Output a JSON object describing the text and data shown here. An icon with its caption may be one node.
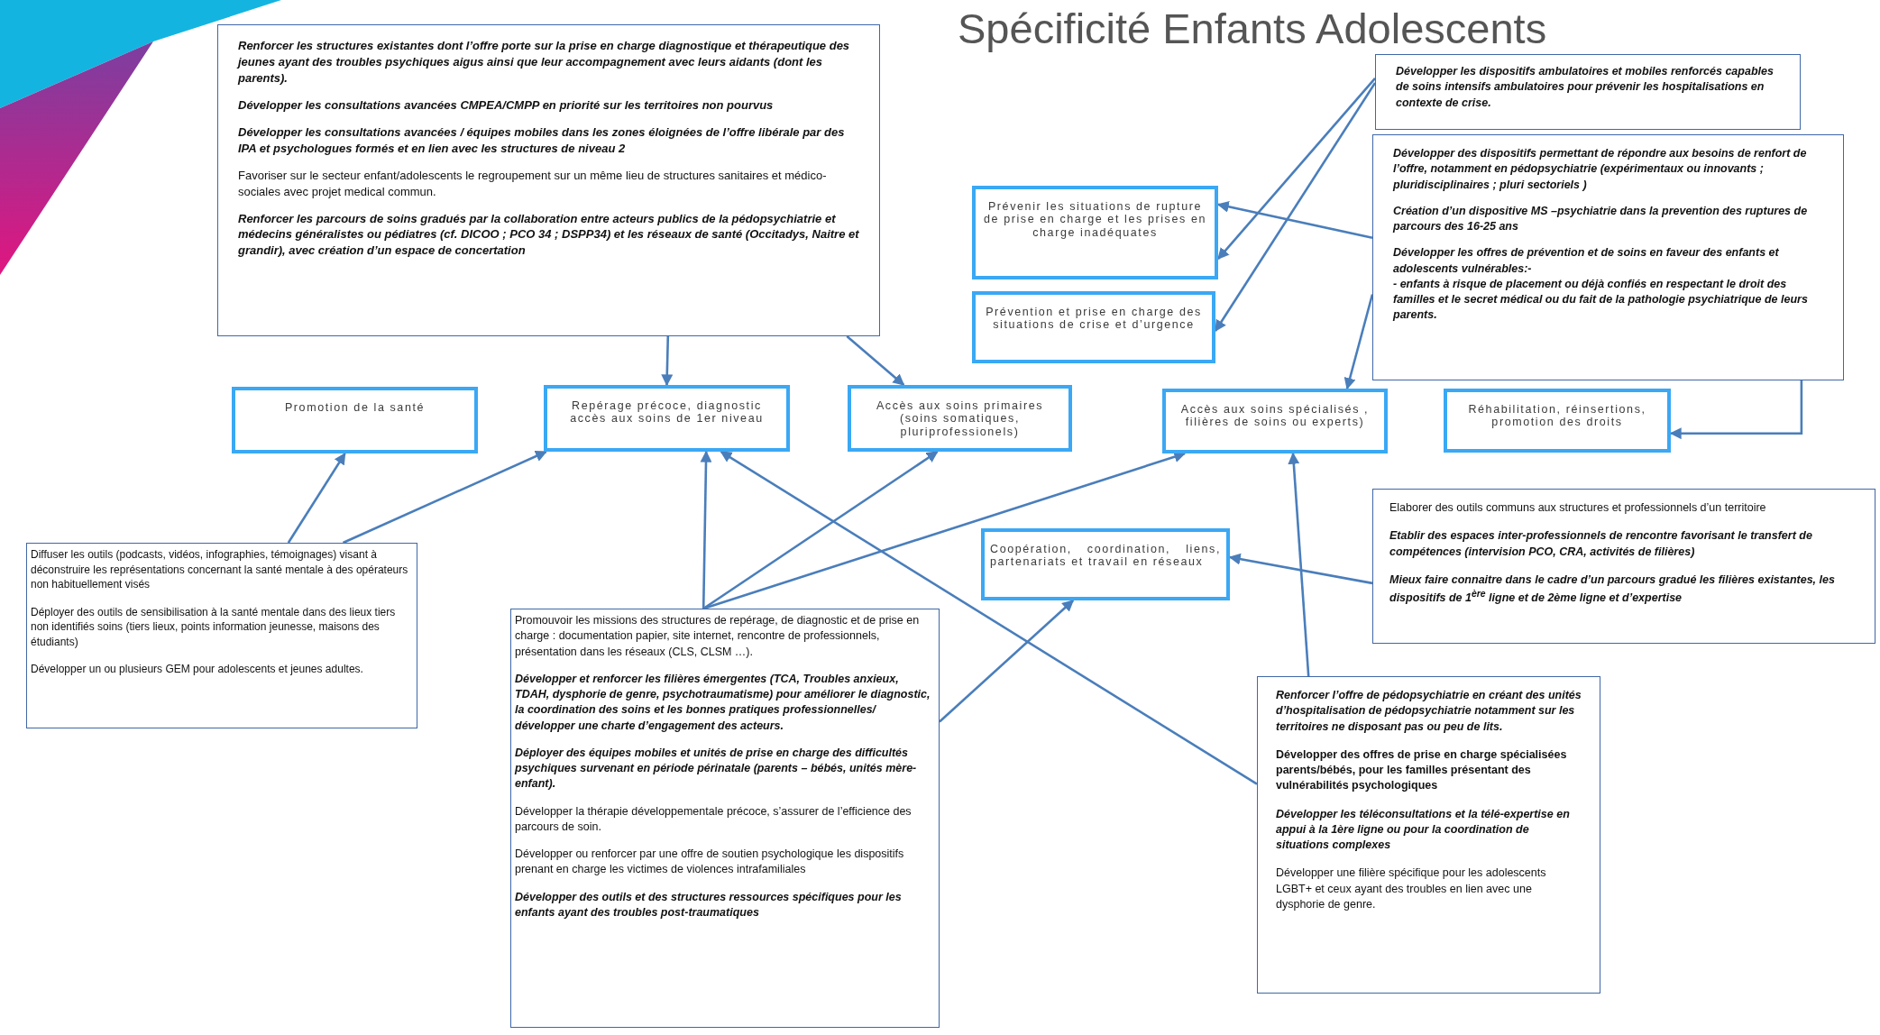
{
  "diagram": {
    "title": "Spécificité Enfants Adolescents",
    "nodes": [
      {
        "text": [
          "Renforcer les structures existantes dont l’offre porte sur la prise en charge diagnostique et thérapeutique des jeunes ayant des troubles psychiques aigus ainsi que leur accompagnement avec leurs aidants (dont les parents).",
          "Développer les consultations avancées CMPEA/CMPP en priorité sur les territoires non pourvus",
          "Développer les consultations avancées / équipes mobiles dans les zones éloignées de l’offre libérale par des IPA et psychologues formés et en lien avec les structures de niveau 2",
          "Favoriser sur le secteur enfant/adolescents le regroupement sur un même lieu de structures sanitaires et médico-sociales avec projet medical commun.",
          "Renforcer les parcours de soins gradués par la collaboration entre acteurs publics de la pédopsychiatrie et médecins généralistes ou pédiatres (cf. DICOO ; PCO 34 ; DSPP34) et les réseaux de santé (Occitadys, Naitre et grandir), avec création d’un espace de concertation"
        ]
      },
      {
        "text": [
          "Développer les dispositifs ambulatoires et mobiles renforcés capables de soins intensifs ambulatoires pour prévenir les hospitalisations en contexte de crise."
        ]
      },
      {
        "text": [
          "Développer des dispositifs permettant de répondre aux besoins de renfort de l’offre, notamment en pédopsychiatrie (expérimentaux ou innovants ; pluridisciplinaires ; pluri sectoriels )",
          "Création d’un dispositive MS –psychiatrie dans la prevention des ruptures de parcours des 16-25 ans",
          "Développer les offres de prévention et de soins en faveur des enfants et adolescents vulnérables:-",
          "- enfants à risque de placement ou déjà confiés en respectant le droit des familles et le secret médical ou du fait de la pathologie psychiatrique de leurs parents."
        ]
      },
      {
        "text": [
          "Prévenir les situations de rupture de prise en charge et les prises en charge inadéquates"
        ]
      },
      {
        "text": [
          "Prévention et prise en charge des situations de crise et d’urgence"
        ]
      },
      {
        "text": [
          "Promotion de la santé"
        ]
      },
      {
        "text": [
          "Repérage précoce, diagnostic accès aux soins de 1er niveau"
        ]
      },
      {
        "text": [
          "Accès aux soins primaires (soins somatiques, pluriprofessionels)"
        ]
      },
      {
        "text": [
          "Accès aux soins spécialisés , filières de soins ou experts)"
        ]
      },
      {
        "text": [
          "Réhabilitation, réinsertions, promotion des droits"
        ]
      },
      {
        "text": [
          "Diffuser les outils (podcasts, vidéos, infographies, témoignages) visant à déconstruire les représentations concernant la santé mentale à des opérateurs non habituellement visés",
          "Déployer des outils de sensibilisation à la santé mentale dans des lieux tiers non identifiés soins (tiers lieux, points information jeunesse, maisons des étudiants)",
          "Développer un ou plusieurs GEM pour adolescents et jeunes adultes."
        ]
      },
      {
        "text": [
          "Coopération, coordination, liens, partenariats et travail en réseaux"
        ]
      },
      {
        "text": [
          "Elaborer des outils communs aux structures et professionnels d’un territoire",
          "Etablir des espaces inter-professionnels de rencontre favorisant le transfert de compétences (intervision PCO, CRA, activités de filières)",
          "Mieux faire connaitre dans le cadre d’un parcours gradué les filières existantes, les dispositifs de 1$^{ère}$ ligne et de 2ème ligne et d’expertise"
        ]
      },
      {
        "text": [
          "Promouvoir les missions des structures de repérage, de diagnostic et de prise en charge : documentation papier, site internet, rencontre de professionnels, présentation dans les réseaux (CLS, CLSM …).",
          "Développer et renforcer les filières émergentes (TCA, Troubles anxieux, TDAH, dysphorie de genre, psychotraumatisme) pour améliorer le diagnostic, la coordination des soins et les bonnes pratiques professionnelles/ développer une charte d’engagement des acteurs.",
          "Déployer des équipes mobiles et unités de prise en charge des difficultés psychiques survenant en période périnatale (parents – bébés, unités mère-enfant).",
          "Développer la thérapie développementale précoce, s’assurer de l’efficience des parcours de soin.",
          "Développer ou renforcer par une offre de soutien psychologique les dispositifs prenant en charge les victimes de violences intrafamiliales",
          "Développer des outils et des structures ressources spécifiques pour les enfants ayant des troubles post-traumatiques"
        ]
      },
      {
        "text": [
          "Renforcer l’offre de pédopsychiatrie en créant des unités d’hospitalisation de pédopsychiatrie notamment sur les territoires ne disposant pas ou peu de lits.",
          "Développer des offres de prise en charge spécialisées parents/bébés, pour les familles présentant des vulnérabilités psychologiques",
          "Développer les téléconsultations et la télé-expertise en appui à la 1ère ligne ou pour la coordination de situations complexes",
          "Développer une filière spécifique pour les adolescents LGBT+ et ceux ayant des troubles en lien avec une dysphorie de genre."
        ]
      }
    ],
    "edges": [
      {
        "from": 0,
        "to": 6,
        "arrow": "to"
      },
      {
        "from": 0,
        "to": 7,
        "arrow": "to"
      },
      {
        "from": 1,
        "to": 3,
        "arrow": "to"
      },
      {
        "from": 1,
        "to": 4,
        "arrow": "to"
      },
      {
        "from": 2,
        "to": 3,
        "arrow": "to"
      },
      {
        "from": 2,
        "to": 8,
        "arrow": "to"
      },
      {
        "from": 2,
        "to": 9,
        "arrow": "to"
      },
      {
        "from": 10,
        "to": 5,
        "arrow": "to"
      },
      {
        "from": 10,
        "to": 6,
        "arrow": "to"
      },
      {
        "from": 13,
        "to": 6,
        "arrow": "to"
      },
      {
        "from": 13,
        "to": 7,
        "arrow": "to"
      },
      {
        "from": 13,
        "to": 8,
        "arrow": "to"
      },
      {
        "from": 13,
        "to": 11,
        "arrow": "to"
      },
      {
        "from": 14,
        "to": 6,
        "arrow": "to"
      },
      {
        "from": 14,
        "to": 8,
        "arrow": "to"
      },
      {
        "from": 12,
        "to": 11,
        "arrow": "to"
      }
    ]
  }
}
